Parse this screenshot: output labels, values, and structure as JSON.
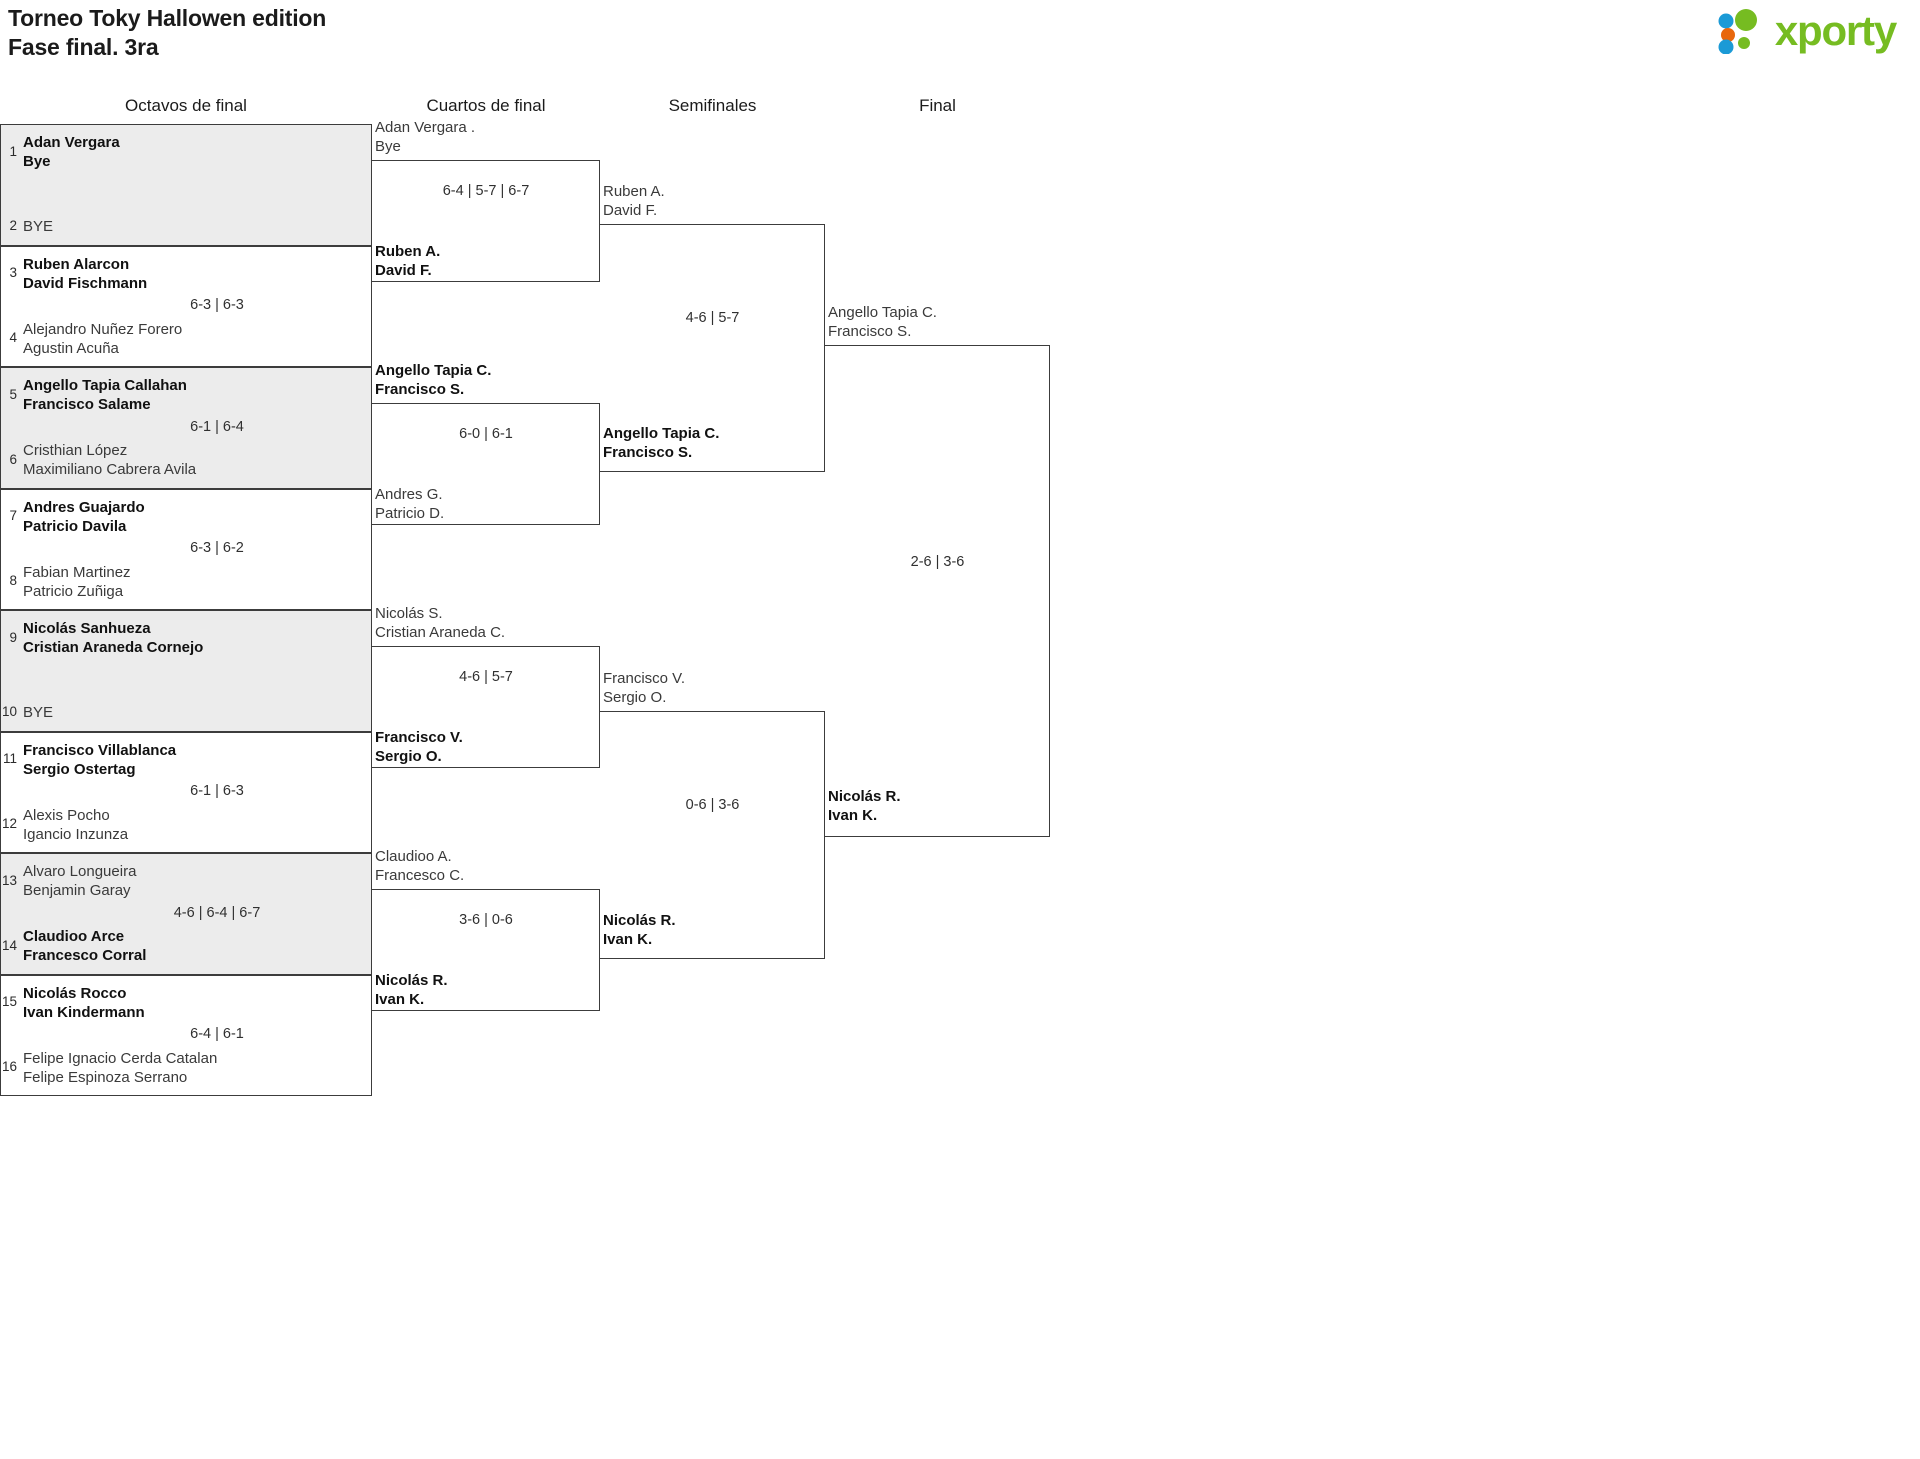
{
  "header": {
    "title_line1": "Torneo Toky Hallowen edition",
    "title_line2": "Fase final. 3ra",
    "logo_text": "xporty",
    "logo_colors": {
      "green": "#76bc21",
      "blue": "#1b9ad6",
      "orange": "#e8670c"
    }
  },
  "rounds": [
    {
      "id": "r16",
      "label": "Octavos de final"
    },
    {
      "id": "qf",
      "label": "Cuartos de final"
    },
    {
      "id": "sf",
      "label": "Semifinales"
    },
    {
      "id": "f",
      "label": "Final"
    }
  ],
  "round1": {
    "matches": [
      {
        "shaded": true,
        "top": {
          "seed": "1",
          "line1": "Adan Vergara",
          "line2": "Bye",
          "winner": true
        },
        "bottom": {
          "seed": "2",
          "line1": "BYE",
          "line2": "",
          "winner": false,
          "bye": true
        },
        "score": ""
      },
      {
        "shaded": false,
        "top": {
          "seed": "3",
          "line1": "Ruben Alarcon",
          "line2": "David Fischmann",
          "winner": true
        },
        "bottom": {
          "seed": "4",
          "line1": "Alejandro Nuñez Forero",
          "line2": "Agustin Acuña",
          "winner": false
        },
        "score": "6-3 | 6-3"
      },
      {
        "shaded": true,
        "top": {
          "seed": "5",
          "line1": "Angello Tapia Callahan",
          "line2": "Francisco Salame",
          "winner": true
        },
        "bottom": {
          "seed": "6",
          "line1": "Cristhian López",
          "line2": "Maximiliano Cabrera Avila",
          "winner": false
        },
        "score": "6-1 | 6-4"
      },
      {
        "shaded": false,
        "top": {
          "seed": "7",
          "line1": "Andres Guajardo",
          "line2": "Patricio Davila",
          "winner": true
        },
        "bottom": {
          "seed": "8",
          "line1": "Fabian Martinez",
          "line2": "Patricio Zuñiga",
          "winner": false
        },
        "score": "6-3 | 6-2"
      },
      {
        "shaded": true,
        "top": {
          "seed": "9",
          "line1": "Nicolás Sanhueza",
          "line2": "Cristian Araneda Cornejo",
          "winner": true
        },
        "bottom": {
          "seed": "10",
          "line1": "BYE",
          "line2": "",
          "winner": false,
          "bye": true
        },
        "score": ""
      },
      {
        "shaded": false,
        "top": {
          "seed": "11",
          "line1": "Francisco Villablanca",
          "line2": "Sergio Ostertag",
          "winner": true
        },
        "bottom": {
          "seed": "12",
          "line1": "Alexis Pocho",
          "line2": "Igancio Inzunza",
          "winner": false
        },
        "score": "6-1 | 6-3"
      },
      {
        "shaded": true,
        "top": {
          "seed": "13",
          "line1": "Alvaro Longueira",
          "line2": "Benjamin Garay",
          "winner": false
        },
        "bottom": {
          "seed": "14",
          "line1": "Claudioo Arce",
          "line2": "Francesco Corral",
          "winner": true
        },
        "score": "4-6 | 6-4 | 6-7"
      },
      {
        "shaded": false,
        "top": {
          "seed": "15",
          "line1": "Nicolás Rocco",
          "line2": "Ivan Kindermann",
          "winner": true
        },
        "bottom": {
          "seed": "16",
          "line1": "Felipe Ignacio Cerda Catalan",
          "line2": "Felipe Espinoza Serrano",
          "winner": false
        },
        "score": "6-4 | 6-1"
      }
    ]
  },
  "round2": {
    "matches": [
      {
        "above": {
          "line1": "Adan Vergara .",
          "line2": "Bye",
          "winner": false
        },
        "inside": {
          "line1": "Ruben A.",
          "line2": "David F.",
          "winner": true,
          "position": "bottom"
        },
        "score": "6-4 | 5-7 | 6-7"
      },
      {
        "above": {
          "line1": "Angello Tapia C.",
          "line2": "Francisco S.",
          "winner": true
        },
        "inside": {
          "line1": "Andres G.",
          "line2": "Patricio D.",
          "winner": false,
          "position": "bottom"
        },
        "score": "6-0 | 6-1"
      },
      {
        "above": {
          "line1": "Nicolás S.",
          "line2": "Cristian Araneda C.",
          "winner": false
        },
        "inside": {
          "line1": "Francisco V.",
          "line2": "Sergio O.",
          "winner": true,
          "position": "bottom"
        },
        "score": "4-6 | 5-7"
      },
      {
        "above": {
          "line1": "Claudioo A.",
          "line2": "Francesco C.",
          "winner": false
        },
        "inside": {
          "line1": "Nicolás R.",
          "line2": "Ivan K.",
          "winner": true,
          "position": "bottom"
        },
        "score": "3-6 | 0-6"
      }
    ]
  },
  "round3": {
    "matches": [
      {
        "above": {
          "line1": "Ruben A.",
          "line2": "David F.",
          "winner": false
        },
        "inside": {
          "line1": "Angello Tapia C.",
          "line2": "Francisco S.",
          "winner": true
        },
        "score": "4-6 | 5-7"
      },
      {
        "above": {
          "line1": "Francisco V.",
          "line2": "Sergio O.",
          "winner": false
        },
        "inside": {
          "line1": "Nicolás R.",
          "line2": "Ivan K.",
          "winner": true
        },
        "score": "0-6 | 3-6"
      }
    ]
  },
  "round4": {
    "match": {
      "above": {
        "line1": "Angello Tapia C.",
        "line2": "Francisco S.",
        "winner": false
      },
      "inside": {
        "line1": "Nicolás R.",
        "line2": "Ivan K.",
        "winner": true
      },
      "score": "2-6 | 3-6"
    }
  }
}
